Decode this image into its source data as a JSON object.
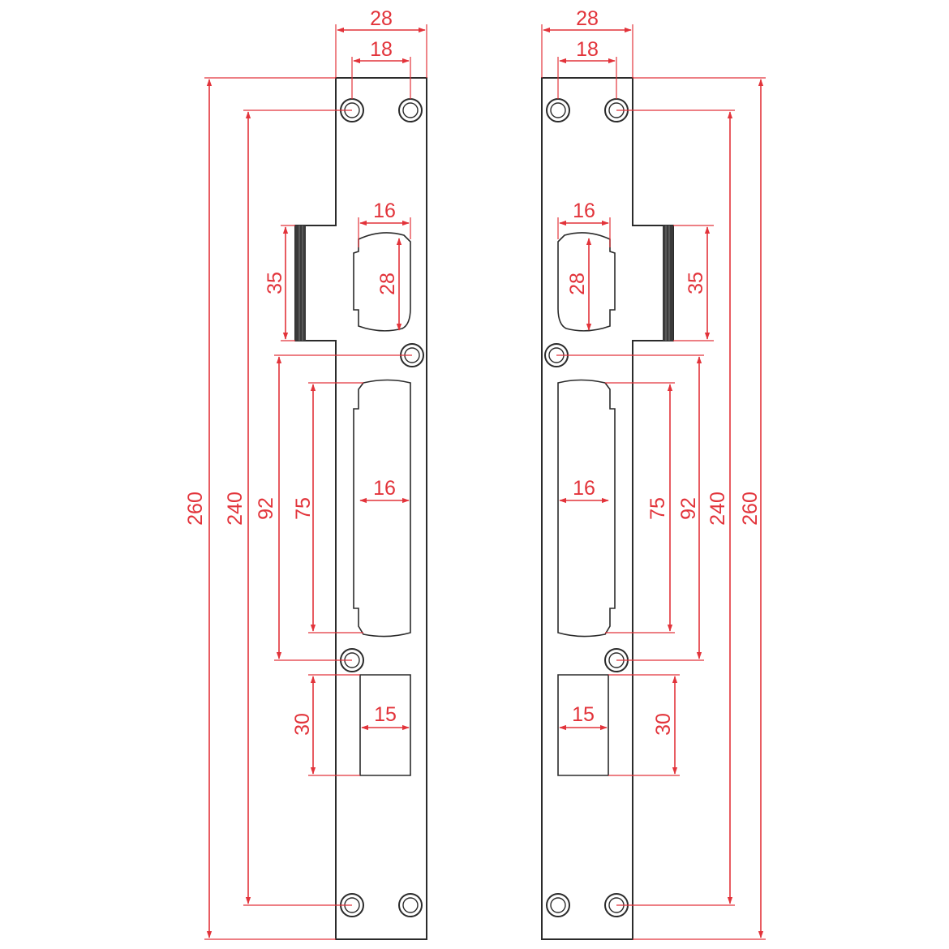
{
  "colors": {
    "dimension": "#e2333a",
    "outline": "#2b2b2b",
    "background": "#ffffff"
  },
  "left_plate": {
    "top_width": "28",
    "hole_spacing": "18",
    "overall_length": "260",
    "hole_span": "240",
    "mid_hole_span": "92",
    "bolt_slot_length": "75",
    "bolt_slot_width": "16",
    "latch_width": "16",
    "latch_height": "28",
    "tab_length": "35",
    "lower_slot_height": "30",
    "lower_slot_width": "15"
  },
  "right_plate": {
    "top_width": "28",
    "hole_spacing": "18",
    "overall_length": "260",
    "hole_span": "240",
    "mid_hole_span": "92",
    "bolt_slot_length": "75",
    "bolt_slot_width": "16",
    "latch_width": "16",
    "latch_height": "28",
    "tab_length": "35",
    "lower_slot_height": "30",
    "lower_slot_width": "15"
  }
}
